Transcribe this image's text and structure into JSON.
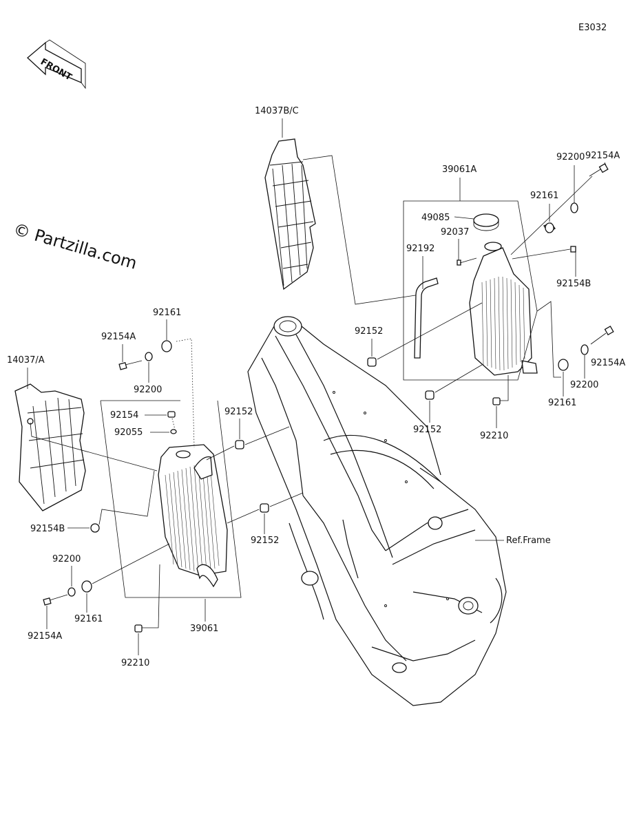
{
  "diagram_code": "E3032",
  "front_label": "FRONT",
  "watermark": "© Partzilla.com",
  "labels": {
    "p14037BC": "14037B/C",
    "p39061A": "39061A",
    "p92154A_tr": "92154A",
    "p92200_tr": "92200",
    "p92161_tr": "92161",
    "p49085": "49085",
    "p92037": "92037",
    "p92192": "92192",
    "p92154B_r": "92154B",
    "p92152_m": "92152",
    "p92154A_r": "92154A",
    "p92200_r": "92200",
    "p92161_r": "92161",
    "p92152_r": "92152",
    "p92210_r": "92210",
    "p92161_l": "92161",
    "p92154A_l": "92154A",
    "p92200_l": "92200",
    "p14037A": "14037/A",
    "p92154": "92154",
    "p92055": "92055",
    "p92152_l1": "92152",
    "p92154B_l": "92154B",
    "p92152_l2": "92152",
    "ref_frame": "Ref.Frame",
    "p92200_bl": "92200",
    "p92161_bl": "92161",
    "p92154A_bl": "92154A",
    "p39061": "39061",
    "p92210_l": "92210"
  }
}
